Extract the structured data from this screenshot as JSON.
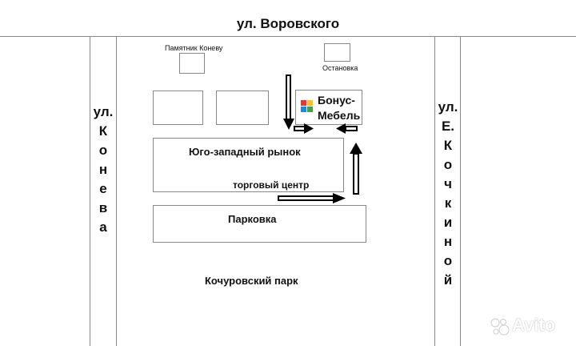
{
  "streets": {
    "top": "ул. Воровского",
    "left_prefix": "ул.",
    "left_letters": [
      "К",
      "о",
      "н",
      "е",
      "в",
      "а"
    ],
    "right_prefix": "ул.",
    "right_letters": [
      "Е.",
      "К",
      "о",
      "ч",
      "к",
      "и",
      "н",
      "о",
      "й"
    ]
  },
  "places": {
    "monument": "Памятник Коневу",
    "bus_stop": "Остановка",
    "store_line1": "Бонус-",
    "store_line2": "Мебель",
    "market": "Юго-западный рынок",
    "mall": "торговый центр",
    "parking": "Парковка",
    "park": "Кочуровский парк"
  },
  "colors": {
    "outline": "#888888",
    "arrow": "#000000",
    "logo_red": "#e53935",
    "logo_yellow": "#fbc02d",
    "logo_blue": "#1e88e5",
    "logo_green": "#43a047"
  },
  "watermark": "Avito"
}
